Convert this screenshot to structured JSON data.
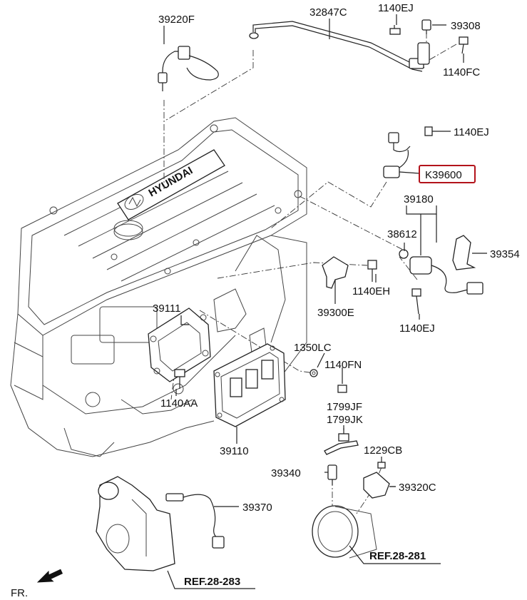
{
  "labels": {
    "p39220F": "39220F",
    "p32847C": "32847C",
    "p1140EJ_top": "1140EJ",
    "p39308": "39308",
    "p1140FC": "1140FC",
    "p1140EJ_mid": "1140EJ",
    "pK39600": "K39600",
    "p39180": "39180",
    "p38612": "38612",
    "p39354": "39354",
    "p1140EH": "1140EH",
    "p39300E": "39300E",
    "p1140EJ_low": "1140EJ",
    "p39111": "39111",
    "p1350LC": "1350LC",
    "p1140FN": "1140FN",
    "p1140AA": "1140AA",
    "p1799JF": "1799JF",
    "p1799JK": "1799JK",
    "p39110": "39110",
    "p1229CB": "1229CB",
    "p39340": "39340",
    "p39320C": "39320C",
    "p39370": "39370",
    "ref28281": "REF.28-281",
    "ref28283": "REF.28-283",
    "front": "FR.",
    "brand": "HYUNDAI"
  },
  "highlight_color": "#b3131b"
}
